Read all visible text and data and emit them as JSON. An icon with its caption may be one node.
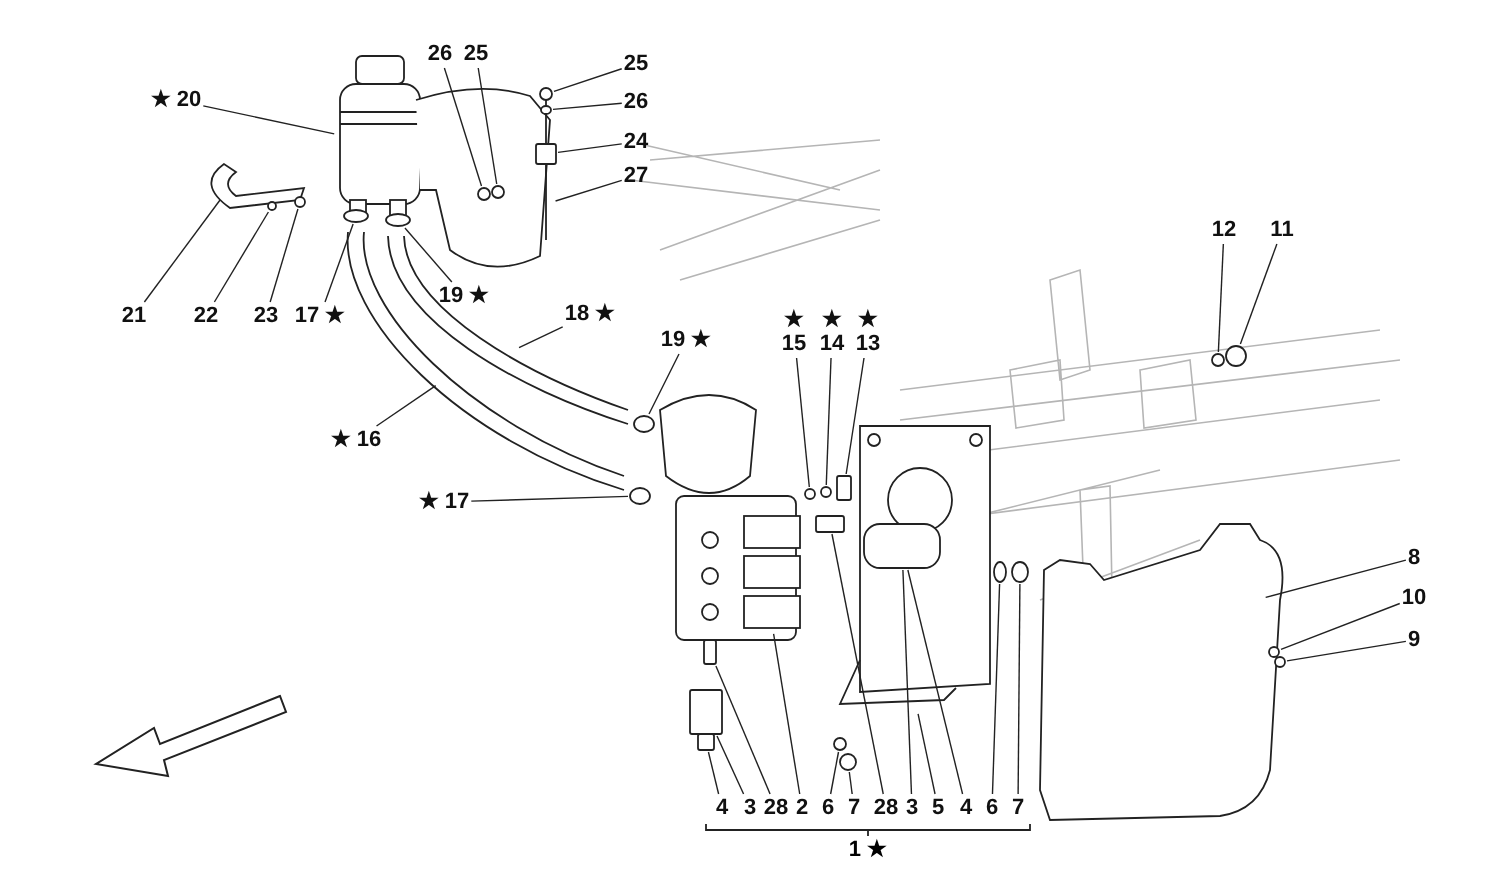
{
  "diagram": {
    "nodes": [
      {
        "text": [
          "26"
        ]
      },
      {
        "text": [
          "25"
        ]
      },
      {
        "text": [
          "25"
        ]
      },
      {
        "text": [
          "★ 20"
        ]
      },
      {
        "text": [
          "26"
        ]
      },
      {
        "text": [
          "24"
        ]
      },
      {
        "text": [
          "27"
        ]
      },
      {
        "text": [
          "12"
        ]
      },
      {
        "text": [
          "11"
        ]
      },
      {
        "text": [
          "21"
        ]
      },
      {
        "text": [
          "22"
        ]
      },
      {
        "text": [
          "23"
        ]
      },
      {
        "text": [
          "17 ★"
        ]
      },
      {
        "text": [
          "19 ★"
        ]
      },
      {
        "text": [
          "18 ★"
        ]
      },
      {
        "text": [
          "★ 15"
        ]
      },
      {
        "text": [
          "★ 14"
        ]
      },
      {
        "text": [
          "★ 13"
        ]
      },
      {
        "text": [
          "19 ★"
        ]
      },
      {
        "text": [
          "★ 16"
        ]
      },
      {
        "text": [
          "★ 17"
        ]
      },
      {
        "text": [
          "8"
        ]
      },
      {
        "text": [
          "10"
        ]
      },
      {
        "text": [
          "9"
        ]
      },
      {
        "text": [
          "4"
        ]
      },
      {
        "text": [
          "3"
        ]
      },
      {
        "text": [
          "28"
        ]
      },
      {
        "text": [
          "2"
        ]
      },
      {
        "text": [
          "6"
        ]
      },
      {
        "text": [
          "7"
        ]
      },
      {
        "text": [
          "28"
        ]
      },
      {
        "text": [
          "3"
        ]
      },
      {
        "text": [
          "5"
        ]
      },
      {
        "text": [
          "4"
        ]
      },
      {
        "text": [
          "6"
        ]
      },
      {
        "text": [
          "7"
        ]
      },
      {
        "text": [],
        "shape": "circle"
      },
      {
        "text": [],
        "shape": "circle"
      },
      {
        "text": [],
        "shape": "circle"
      },
      {
        "text": [],
        "shape": "circle"
      },
      {
        "text": [],
        "shape": "box"
      },
      {
        "text": [],
        "shape": "circle"
      },
      {
        "text": [],
        "shape": "circle"
      },
      {
        "text": [],
        "shape": "circle"
      },
      {
        "text": [],
        "shape": "circle"
      },
      {
        "text": [],
        "shape": "circle"
      },
      {
        "text": [],
        "shape": "circle"
      },
      {
        "text": [],
        "shape": "box"
      },
      {
        "text": [],
        "shape": "circle"
      },
      {
        "text": [],
        "shape": "circle"
      },
      {
        "text": [],
        "shape": "circle"
      },
      {
        "text": [],
        "shape": "circle"
      },
      {
        "text": [],
        "shape": "circle"
      },
      {
        "text": [],
        "shape": "circle"
      },
      {
        "text": [],
        "shape": "box"
      },
      {
        "text": [],
        "shape": "box"
      },
      {
        "text": [],
        "shape": "box"
      },
      {
        "text": [],
        "shape": "circle"
      },
      {
        "text": [],
        "shape": "circle"
      },
      {
        "text": [],
        "shape": "circle"
      },
      {
        "text": [],
        "shape": "circle"
      },
      {
        "text": [],
        "shape": "cylinder"
      },
      {
        "text": [],
        "shape": "box"
      }
    ],
    "edges": [
      {
        "from": 0,
        "to": 36,
        "arrow": "none"
      },
      {
        "from": 1,
        "to": 37,
        "arrow": "none"
      },
      {
        "from": 2,
        "to": 38,
        "arrow": "none"
      },
      {
        "from": 3,
        "to": null,
        "arrow": "none"
      },
      {
        "from": 4,
        "to": 39,
        "arrow": "none"
      },
      {
        "from": 5,
        "to": 40,
        "arrow": "none"
      },
      {
        "from": 6,
        "to": null,
        "arrow": "none"
      },
      {
        "from": 7,
        "to": 50,
        "arrow": "none"
      },
      {
        "from": 8,
        "to": 51,
        "arrow": "none"
      },
      {
        "from": 9,
        "to": null,
        "arrow": "none"
      },
      {
        "from": 10,
        "to": 41,
        "arrow": "none"
      },
      {
        "from": 11,
        "to": 42,
        "arrow": "none"
      },
      {
        "from": 12,
        "to": 43,
        "arrow": "none"
      },
      {
        "from": 13,
        "to": 44,
        "arrow": "none"
      },
      {
        "from": 14,
        "to": null,
        "arrow": "none"
      },
      {
        "from": 15,
        "to": 45,
        "arrow": "none"
      },
      {
        "from": 16,
        "to": 46,
        "arrow": "none"
      },
      {
        "from": 17,
        "to": 47,
        "arrow": "none"
      },
      {
        "from": 18,
        "to": 48,
        "arrow": "none"
      },
      {
        "from": 19,
        "to": null,
        "arrow": "none"
      },
      {
        "from": 20,
        "to": 49,
        "arrow": "none"
      },
      {
        "from": 21,
        "to": null,
        "arrow": "none"
      },
      {
        "from": 22,
        "to": 52,
        "arrow": "none"
      },
      {
        "from": 23,
        "to": 53,
        "arrow": "none"
      },
      {
        "from": 24,
        "to": 56,
        "arrow": "none"
      },
      {
        "from": 25,
        "to": 55,
        "arrow": "none"
      },
      {
        "from": 26,
        "to": 54,
        "arrow": "none"
      },
      {
        "from": 27,
        "to": null,
        "arrow": "none"
      },
      {
        "from": 28,
        "to": 57,
        "arrow": "none"
      },
      {
        "from": 29,
        "to": 58,
        "arrow": "none"
      },
      {
        "from": 30,
        "to": 62,
        "arrow": "none"
      },
      {
        "from": 31,
        "to": 61,
        "arrow": "none"
      },
      {
        "from": 32,
        "to": null,
        "arrow": "none"
      },
      {
        "from": 33,
        "to": 61,
        "arrow": "none"
      },
      {
        "from": 34,
        "to": 59,
        "arrow": "none"
      },
      {
        "from": 35,
        "to": 60,
        "arrow": "none"
      }
    ],
    "labels": [
      "1 ★"
    ]
  }
}
